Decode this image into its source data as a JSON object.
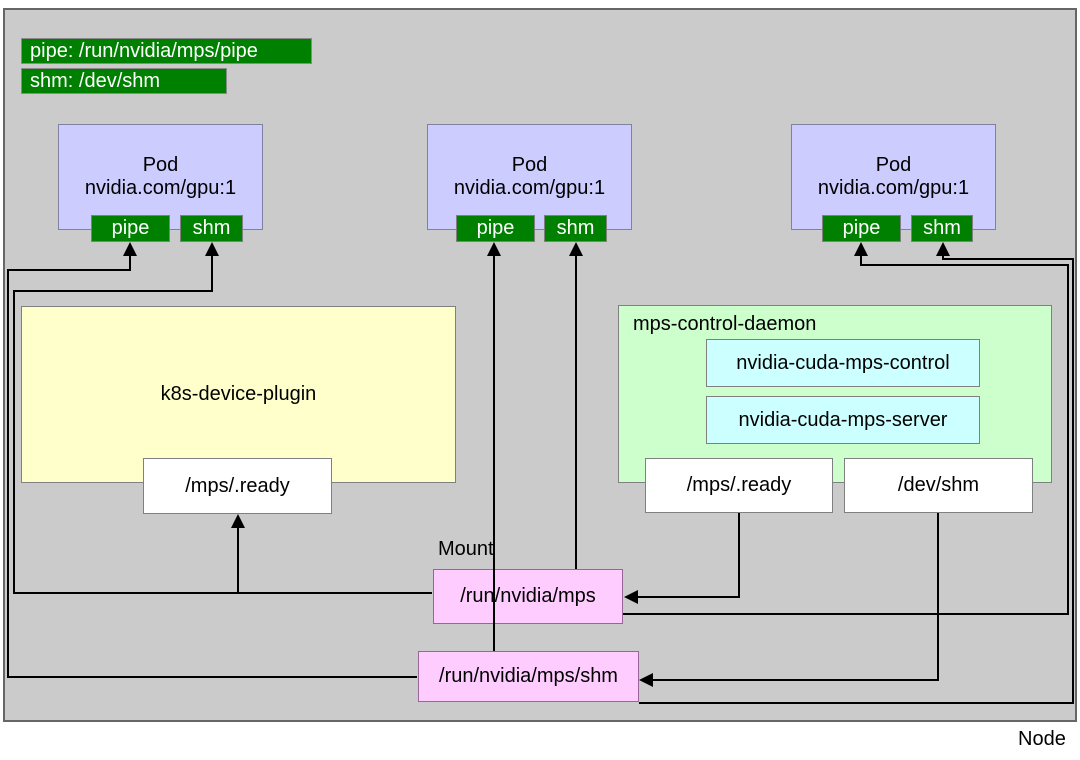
{
  "legend": [
    {
      "label": "pipe: /run/nvidia/mps/pipe"
    },
    {
      "label": "shm: /dev/shm"
    }
  ],
  "pods": [
    {
      "title": "Pod",
      "resource": "nvidia.com/gpu:1",
      "tabs": [
        "pipe",
        "shm"
      ]
    },
    {
      "title": "Pod",
      "resource": "nvidia.com/gpu:1",
      "tabs": [
        "pipe",
        "shm"
      ]
    },
    {
      "title": "Pod",
      "resource": "nvidia.com/gpu:1",
      "tabs": [
        "pipe",
        "shm"
      ]
    }
  ],
  "device_plugin": {
    "label": "k8s-device-plugin",
    "ready_file": "/mps/.ready"
  },
  "control_daemon": {
    "label": "mps-control-daemon",
    "containers": [
      "nvidia-cuda-mps-control",
      "nvidia-cuda-mps-server"
    ],
    "ready_file": "/mps/.ready",
    "shm_file": "/dev/shm"
  },
  "mounts": {
    "label": "Mount",
    "paths": [
      "/run/nvidia/mps",
      "/run/nvidia/mps/shm"
    ]
  },
  "node_label": "Node",
  "colors": {
    "node_bg": "#cbcbcb",
    "pod_bg": "#ccccff",
    "tab_bg": "#008000",
    "plugin_bg": "#ffffcc",
    "daemon_bg": "#ccffcc",
    "container_bg": "#ccffff",
    "mount_bg": "#ffccff",
    "file_bg": "#ffffff",
    "wire": "#000000"
  }
}
